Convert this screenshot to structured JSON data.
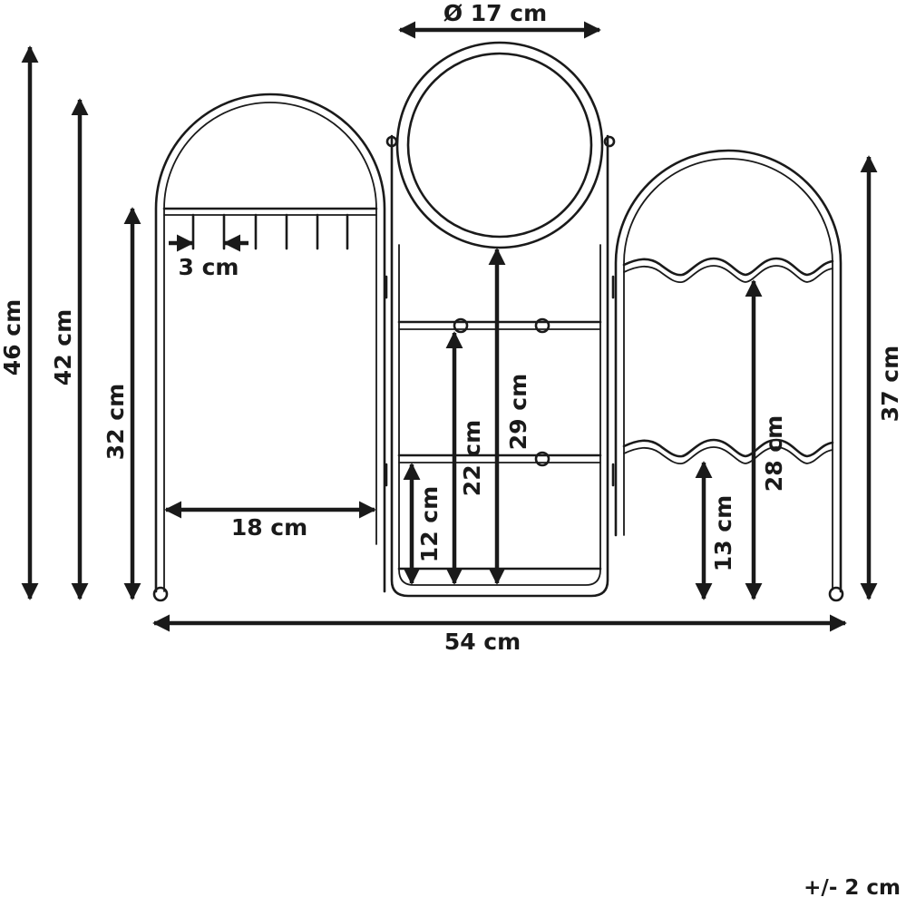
{
  "dimensions": {
    "total_height": "46 cm",
    "left_height": "42 cm",
    "left_bar_height": "32 cm",
    "hook_spacing": "3 cm",
    "left_width": "18 cm",
    "mirror_diameter": "Ø 17 cm",
    "mirror_bottom_height": "29 cm",
    "upper_shelf_height": "22 cm",
    "lower_shelf_height": "12 cm",
    "right_height": "37 cm",
    "upper_wave_height": "28 cm",
    "lower_wave_height": "13 cm",
    "total_width": "54 cm"
  },
  "tolerance": "+/- 2 cm"
}
